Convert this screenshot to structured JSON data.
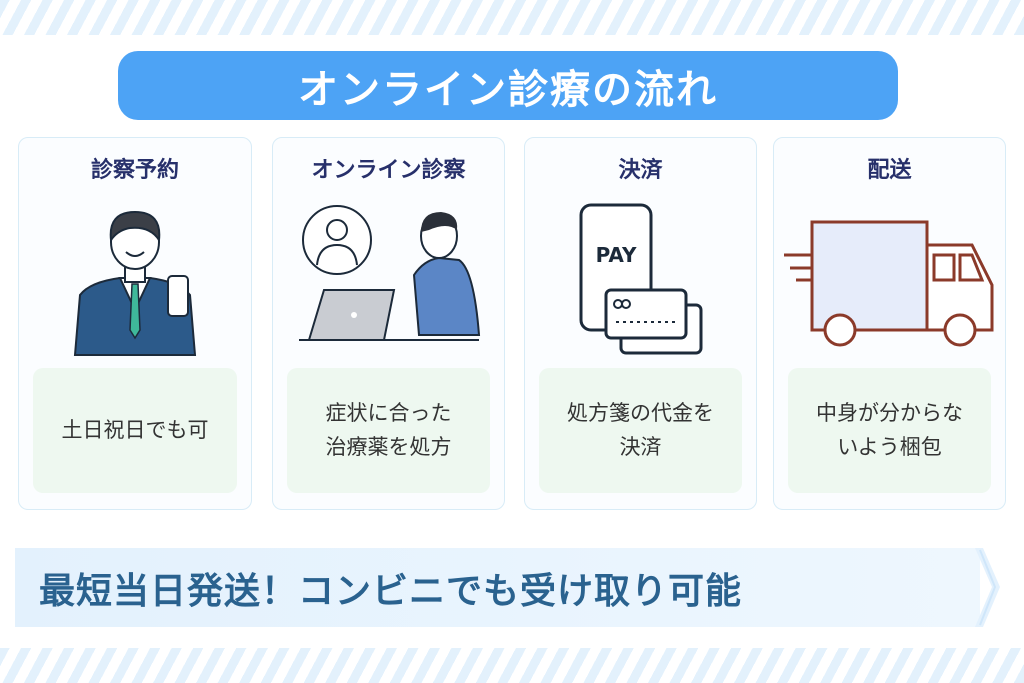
{
  "title": "オンライン診療の流れ",
  "steps": [
    {
      "heading": "診察予約",
      "note": "土日祝日でも可",
      "icon": "person-with-phone"
    },
    {
      "heading": "オンライン診察",
      "note": "症状に合った\n治療薬を処方",
      "icon": "laptop-consultation"
    },
    {
      "heading": "決済",
      "note": "処方箋の代金を\n決済",
      "icon": "phone-pay",
      "pay_label": "PAY"
    },
    {
      "heading": "配送",
      "note": "中身が分からな\nいよう梱包",
      "icon": "delivery-truck"
    }
  ],
  "banner": "最短当日発送！コンビニでも受け取り可能",
  "colors": {
    "accent": "#4da3f5",
    "heading": "#27306b",
    "banner_text": "#2a628f",
    "note_bg": "#eef8f0"
  }
}
